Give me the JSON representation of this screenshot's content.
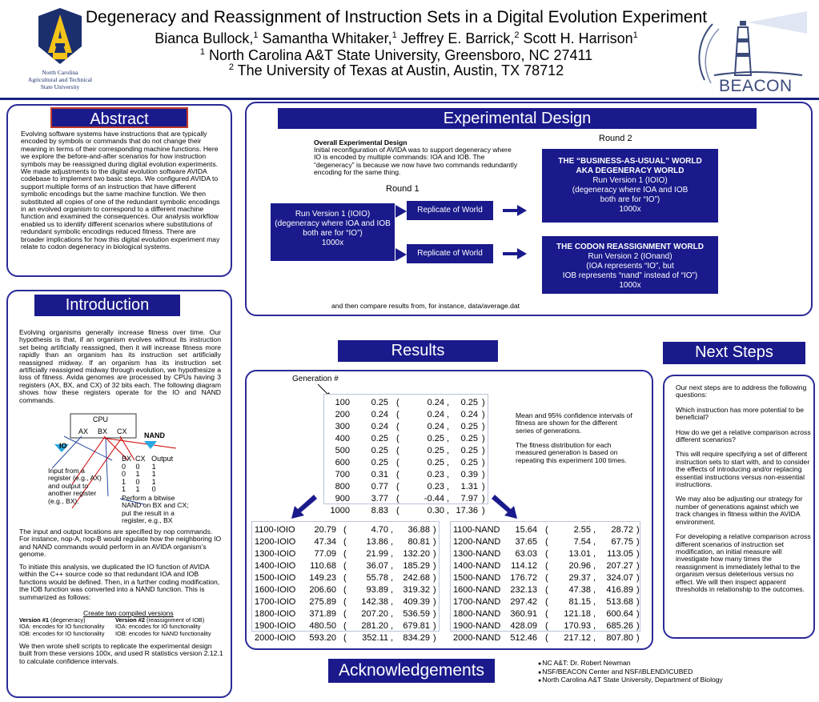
{
  "header": {
    "title": "Degeneracy and Reassignment of Instruction Sets in a Digital Evolution Experiment",
    "authors": [
      {
        "name": "Bianca Bullock,",
        "sup": "1"
      },
      {
        "name": " Samantha Whitaker,",
        "sup": "1"
      },
      {
        "name": " Jeffrey E. Barrick,",
        "sup": "2"
      },
      {
        "name": " Scott H. Harrison",
        "sup": "1"
      }
    ],
    "affiliation1": {
      "sup": "1",
      "text": " North Carolina A&T State University, Greensboro, NC 27411"
    },
    "affiliation2": {
      "sup": "2",
      "text": " The University of Texas at Austin, Austin, TX 78712"
    },
    "left_logo_lines": [
      "North Carolina",
      "Agricultural and Technical",
      "State University"
    ],
    "right_logo_text": "BEACON"
  },
  "colors": {
    "navy": "#1a1a8c",
    "panel_border": "#2a2a9a",
    "gold": "#f2c318",
    "red_accent": "#c0392b"
  },
  "abstract": {
    "title": "Abstract",
    "text": "Evolving software systems have instructions that are typically encoded by symbols or commands that do not change their meaning in terms of their corresponding machine functions. Here we explore the before-and-after scenarios for how instruction symbols may be reassigned during digital evolution experiments. We made adjustments to the digital evolution software AVIDA codebase to implement two basic steps. We configured AVIDA to support multiple forms of an instruction that have different symbolic encodings but the same machine function. We then substituted all copies of one of the redundant symbolic encodings in an evolved organism to correspond to a different machine function and examined the consequences. Our analysis workflow enabled us to identify different scenarios where substitutions of redundant symbolic encodings reduced fitness. There are broader implications for how this digital evolution experiment may relate to codon degeneracy in biological systems."
  },
  "introduction": {
    "title": "Introduction",
    "para1": "Evolving organisms generally increase fitness over time. Our hypothesis is that, if an organism evolves without its instruction set being artificially reassigned, then it will increase fitness more rapidly than an organism has its instruction set artificially reassigned midway. If an organism has its instruction set artificially reassigned midway through evolution, we hypothesize a loss of fitness. Avida genomes are processed by CPUs having 3 registers (AX, BX, and CX) of 32 bits each. The following diagram shows how these registers operate for the IO and NAND commands.",
    "diagram": {
      "cpu": "CPU",
      "ax": "AX",
      "bx": "BX",
      "cx": "CX",
      "io": "IO",
      "nand": "NAND",
      "truth_header": [
        "BX",
        "CX",
        "Output"
      ],
      "truth_rows": [
        [
          "0",
          "0",
          "1"
        ],
        [
          "0",
          "1",
          "1"
        ],
        [
          "1",
          "0",
          "1"
        ],
        [
          "1",
          "1",
          "0"
        ]
      ],
      "io_note": [
        "Input from a",
        "register (e.g., AX)",
        "and output to",
        "another register",
        "(e.g., BX)."
      ],
      "nand_note": [
        "Perform a bitwise",
        "NAND on BX and CX;",
        "put the result in a",
        "register, e.g., BX"
      ]
    },
    "para2": "The input and output locations are specified by nop commands. For instance, nop-A, nop-B would regulate how the neighboring IO and NAND commands would perform in an AVIDA organism’s genome.",
    "para3": "To initiate this analysis, we duplicated the IO function of AVIDA within the C++ source code so that redundant IOA and IOB functions would be defined. Then, in a further coding modification, the IOB function was converted into a NAND function. This is summarized as follows:",
    "versions_title": "Create two compiled versions",
    "v1_label": "Version #1",
    "v1_desc": " (degeneracy)",
    "v1_ioa": "IOA: encodes for IO functionality",
    "v1_iob": "IOB: encodes for IO functionality",
    "v2_label": "Version #2",
    "v2_desc": " (reassignment of IOB)",
    "v2_ioa": "IOA: encodes for IO functionality",
    "v2_iob": "IOB: encodes for NAND functionality",
    "para4": "We then wrote shell scripts to replicate the experimental design built from these versions 100x, and used R statistics version 2.12.1 to calculate confidence intervals."
  },
  "design": {
    "title": "Experimental Design",
    "overall_title": "Overall Experimental Design",
    "overall_text": "Initial reconfiguration of AVIDA was to support degeneracy where IO is encoded by multiple commands: IOA and IOB. The “degeneracy” is because we now have two commands redundantly encoding for the same thing.",
    "round1": "Round 1",
    "round2": "Round 2",
    "run1": [
      "Run Version 1 (IOIO)",
      "(degeneracy where IOA and IOB",
      "both are for “IO”)",
      "1000x"
    ],
    "replicate1": "Replicate of World",
    "replicate2": "Replicate of World",
    "world1": [
      "THE “BUSINESS-AS-USUAL” WORLD",
      "AKA DEGENERACY WORLD",
      "Run Version 1 (IOIO)",
      "(degeneracy where IOA and IOB",
      "both are for “IO”)",
      "1000x"
    ],
    "world2": [
      "THE CODON REASSIGNMENT WORLD",
      "Run Version 2 (IOnand)",
      "(IOA represents “IO”, but",
      "IOB represents “nand” instead of “IO”)",
      "1000x"
    ],
    "footer": "and then compare results from, for instance, data/average.dat"
  },
  "results": {
    "title": "Results",
    "gen_label": "Generation #",
    "note1": "Mean and 95% confidence intervals of fitness are shown for the different series of generations.",
    "note2": "The fitness distribution for each measured generation is based on repeating this experiment 100 times.",
    "table_main": [
      [
        "100",
        "0.25",
        "(",
        "0.24",
        ",",
        "0.25",
        ")"
      ],
      [
        "200",
        "0.24",
        "(",
        "0.24",
        ",",
        "0.24",
        ")"
      ],
      [
        "300",
        "0.24",
        "(",
        "0.24",
        ",",
        "0.25",
        ")"
      ],
      [
        "400",
        "0.25",
        "(",
        "0.25",
        ",",
        "0.25",
        ")"
      ],
      [
        "500",
        "0.25",
        "(",
        "0.25",
        ",",
        "0.25",
        ")"
      ],
      [
        "600",
        "0.25",
        "(",
        "0.25",
        ",",
        "0.25",
        ")"
      ],
      [
        "700",
        "0.31",
        "(",
        "0.23",
        ",",
        "0.39",
        ")"
      ],
      [
        "800",
        "0.77",
        "(",
        "0.23",
        ",",
        "1.31",
        ")"
      ],
      [
        "900",
        "3.77",
        "(",
        "-0.44",
        ",",
        "7.97",
        ")"
      ],
      [
        "1000",
        "8.83",
        "(",
        "0.30",
        ",",
        "17.36",
        ")"
      ]
    ],
    "table_ioio": [
      [
        "1100-IOIO",
        "20.79",
        "(",
        "4.70",
        ",",
        "36.88",
        ")"
      ],
      [
        "1200-IOIO",
        "47.34",
        "(",
        "13.86",
        ",",
        "80.81",
        ")"
      ],
      [
        "1300-IOIO",
        "77.09",
        "(",
        "21.99",
        ",",
        "132.20",
        ")"
      ],
      [
        "1400-IOIO",
        "110.68",
        "(",
        "36.07",
        ",",
        "185.29",
        ")"
      ],
      [
        "1500-IOIO",
        "149.23",
        "(",
        "55.78",
        ",",
        "242.68",
        ")"
      ],
      [
        "1600-IOIO",
        "206.60",
        "(",
        "93.89",
        ",",
        "319.32",
        ")"
      ],
      [
        "1700-IOIO",
        "275.89",
        "(",
        "142.38",
        ",",
        "409.39",
        ")"
      ],
      [
        "1800-IOIO",
        "371.89",
        "(",
        "207.20",
        ",",
        "536.59",
        ")"
      ],
      [
        "1900-IOIO",
        "480.50",
        "(",
        "281.20",
        ",",
        "679.81",
        ")"
      ],
      [
        "2000-IOIO",
        "593.20",
        "(",
        "352.11",
        ",",
        "834.29",
        ")"
      ]
    ],
    "table_nand": [
      [
        "1100-NAND",
        "15.64",
        "(",
        "2.55",
        ",",
        "28.72",
        ")"
      ],
      [
        "1200-NAND",
        "37.65",
        "(",
        "7.54",
        ",",
        "67.75",
        ")"
      ],
      [
        "1300-NAND",
        "63.03",
        "(",
        "13.01",
        ",",
        "113.05",
        ")"
      ],
      [
        "1400-NAND",
        "114.12",
        "(",
        "20.96",
        ",",
        "207.27",
        ")"
      ],
      [
        "1500-NAND",
        "176.72",
        "(",
        "29.37",
        ",",
        "324.07",
        ")"
      ],
      [
        "1600-NAND",
        "232.13",
        "(",
        "47.38",
        ",",
        "416.89",
        ")"
      ],
      [
        "1700-NAND",
        "297.42",
        "(",
        "81.15",
        ",",
        "513.68",
        ")"
      ],
      [
        "1800-NAND",
        "360.91",
        "(",
        "121.18",
        ",",
        "600.64",
        ")"
      ],
      [
        "1900-NAND",
        "428.09",
        "(",
        "170.93",
        ",",
        "685.26",
        ")"
      ],
      [
        "2000-NAND",
        "512.46",
        "(",
        "217.12",
        ",",
        "807.80",
        ")"
      ]
    ]
  },
  "next_steps": {
    "title": "Next Steps",
    "paragraphs": [
      "Our next steps are to address the following questions:",
      "Which instruction has more potential to be beneficial?",
      "How do we get a relative comparison across different scenarios?",
      "This will require specifying a set of different instruction sets to start with, and to consider the effects of introducing and/or replacing essential instructions versus non-essential instructions.",
      "We may also be adjusting our strategy for number of generations against which we track changes in fitness within the AVIDA environment.",
      "For developing a relative comparison across different scenarios of instruction set modification, an initial measure will investigate how many times the reassignment is immediately lethal to the organism versus deleterious versus no effect. We will then inspect apparent thresholds in relationship to the outcomes."
    ]
  },
  "acknowledgements": {
    "title": "Acknowledgements",
    "items": [
      "NC A&T: Dr. Robert Newman",
      "NSF/BEACON Center and NSF/iBLEND/ICUBED",
      "North Carolina A&T State University, Department of Biology"
    ]
  }
}
